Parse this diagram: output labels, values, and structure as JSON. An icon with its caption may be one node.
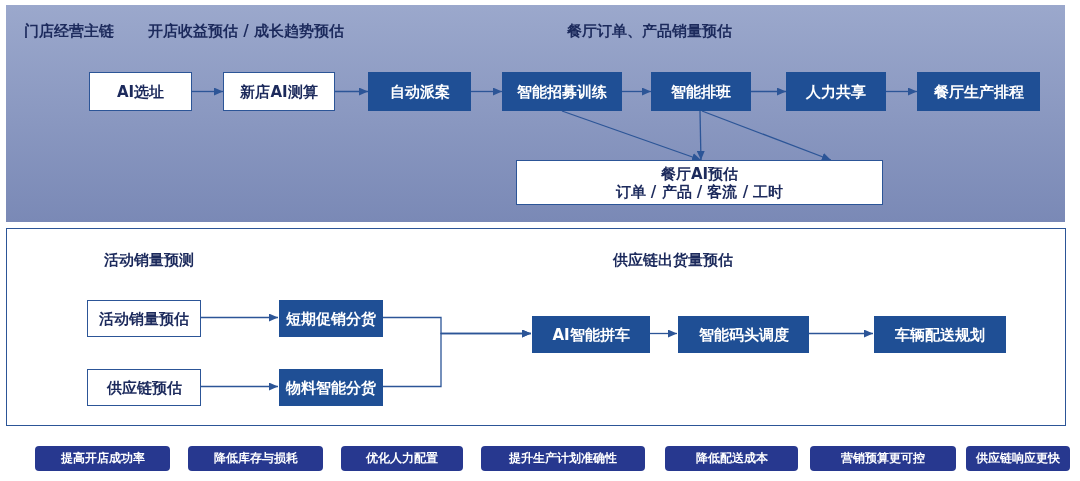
{
  "diagram": {
    "nodes": [
      {
        "text": [
          "门店经营主链",
          "开店收益预估 / 成长趋势预估",
          "餐厅订单、产品销量预估"
        ]
      },
      {
        "text": [
          "AI选址"
        ],
        "in": 0
      },
      {
        "text": [
          "新店AI测算"
        ],
        "in": 0
      },
      {
        "text": [
          "自动派案"
        ],
        "in": 0
      },
      {
        "text": [
          "智能招募训练"
        ],
        "in": 0
      },
      {
        "text": [
          "智能排班"
        ],
        "in": 0
      },
      {
        "text": [
          "人力共享"
        ],
        "in": 0
      },
      {
        "text": [
          "餐厅生产排程"
        ],
        "in": 0
      },
      {
        "text": [
          "餐厅AI预估",
          "订单 / 产品 / 客流 / 工时"
        ],
        "in": 0
      },
      {
        "text": [
          "活动销量预测",
          "供应链出货量预估"
        ]
      },
      {
        "text": [
          "活动销量预估"
        ],
        "in": 9
      },
      {
        "text": [
          "短期促销分货"
        ],
        "in": 9
      },
      {
        "text": [
          "供应链预估"
        ],
        "in": 9
      },
      {
        "text": [
          "物料智能分货"
        ],
        "in": 9
      },
      {
        "text": [
          "AI智能拼车"
        ],
        "in": 9
      },
      {
        "text": [
          "智能码头调度"
        ],
        "in": 9
      },
      {
        "text": [
          "车辆配送规划"
        ],
        "in": 9
      },
      {
        "text": [
          "提高开店成功率"
        ]
      },
      {
        "text": [
          "降低库存与损耗"
        ]
      },
      {
        "text": [
          "优化人力配置"
        ]
      },
      {
        "text": [
          "提升生产计划准确性"
        ]
      },
      {
        "text": [
          "降低配送成本"
        ]
      },
      {
        "text": [
          "营销预算更可控"
        ]
      },
      {
        "text": [
          "供应链响应更快"
        ]
      }
    ],
    "edges": [
      {
        "from": 1,
        "to": 2,
        "arrow": "to"
      },
      {
        "from": 2,
        "to": 3,
        "arrow": "to"
      },
      {
        "from": 3,
        "to": 4,
        "arrow": "to"
      },
      {
        "from": 4,
        "to": 5,
        "arrow": "to"
      },
      {
        "from": 5,
        "to": 6,
        "arrow": "to"
      },
      {
        "from": 6,
        "to": 7,
        "arrow": "to"
      },
      {
        "from": 4,
        "to": 8,
        "arrow": "to"
      },
      {
        "from": 5,
        "to": 8,
        "arrow": "to"
      },
      {
        "from": 5,
        "to": 8,
        "arrow": "to"
      },
      {
        "from": 10,
        "to": 11,
        "arrow": "to"
      },
      {
        "from": 12,
        "to": 13,
        "arrow": "to"
      },
      {
        "from": 11,
        "to": 14,
        "arrow": "to"
      },
      {
        "from": 13,
        "to": 14,
        "arrow": "to"
      },
      {
        "from": 14,
        "to": 15,
        "arrow": "to"
      },
      {
        "from": 15,
        "to": 16,
        "arrow": "to"
      }
    ]
  }
}
